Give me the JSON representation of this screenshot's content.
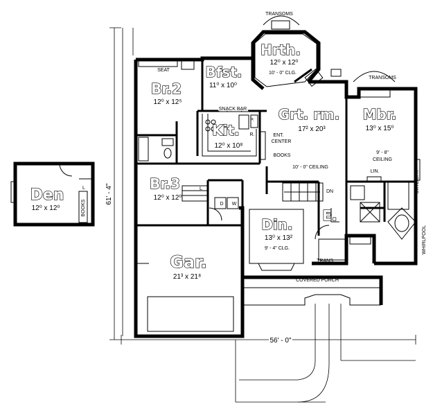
{
  "plan": {
    "rooms": {
      "hearth": {
        "name": "Hrth.",
        "size": "12⁰ x 12⁰",
        "note": "10' - 0\" CLG."
      },
      "bfst": {
        "name": "Bfst.",
        "size": "11⁰ x 10⁰"
      },
      "br2": {
        "name": "Br.2",
        "size": "12⁰ x 12⁵"
      },
      "kit": {
        "name": "Kit.",
        "size": "12⁰ x 10⁸"
      },
      "grtrm": {
        "name": "Grt. rm.",
        "size": "17² x 20³",
        "note": "10' - 0\" CEILING"
      },
      "mbr": {
        "name": "Mbr.",
        "size": "13⁰ x 15⁰",
        "note1": "9' - 8\"",
        "note2": "CEILING"
      },
      "den": {
        "name": "Den",
        "size": "12⁰ x 12⁰"
      },
      "br3": {
        "name": "Br.3",
        "size": "12⁰ x 12⁰"
      },
      "din": {
        "name": "Din.",
        "size": "13⁰ x 13²",
        "note": "9' - 4\" CLG."
      },
      "entry": {
        "name": "E."
      },
      "garage": {
        "name": "Gar.",
        "size": "21³ x 21⁸"
      }
    },
    "labels": {
      "transoms_top": "TRANSOMS",
      "transoms_right": "TRANSOMS",
      "seat": "SEAT",
      "snack_bar": "SNACK BAR",
      "ent": "ENT.",
      "center": "CENTER",
      "books_grt": "BOOKS",
      "books_den": "BOOKS",
      "lin": "LIN.",
      "skylight": "SKYLIGHT",
      "whirlpool": "WHIRLPOOL",
      "dn": "DN",
      "trans": "TRANS.",
      "covered_porch": "COVERED PORCH",
      "p": "P.",
      "r": "R.",
      "l_den": "L",
      "l_br3": "L",
      "w": "W",
      "d": "D"
    },
    "dimensions": {
      "depth": "61' - 4\"",
      "width": "56' - 0\""
    }
  }
}
